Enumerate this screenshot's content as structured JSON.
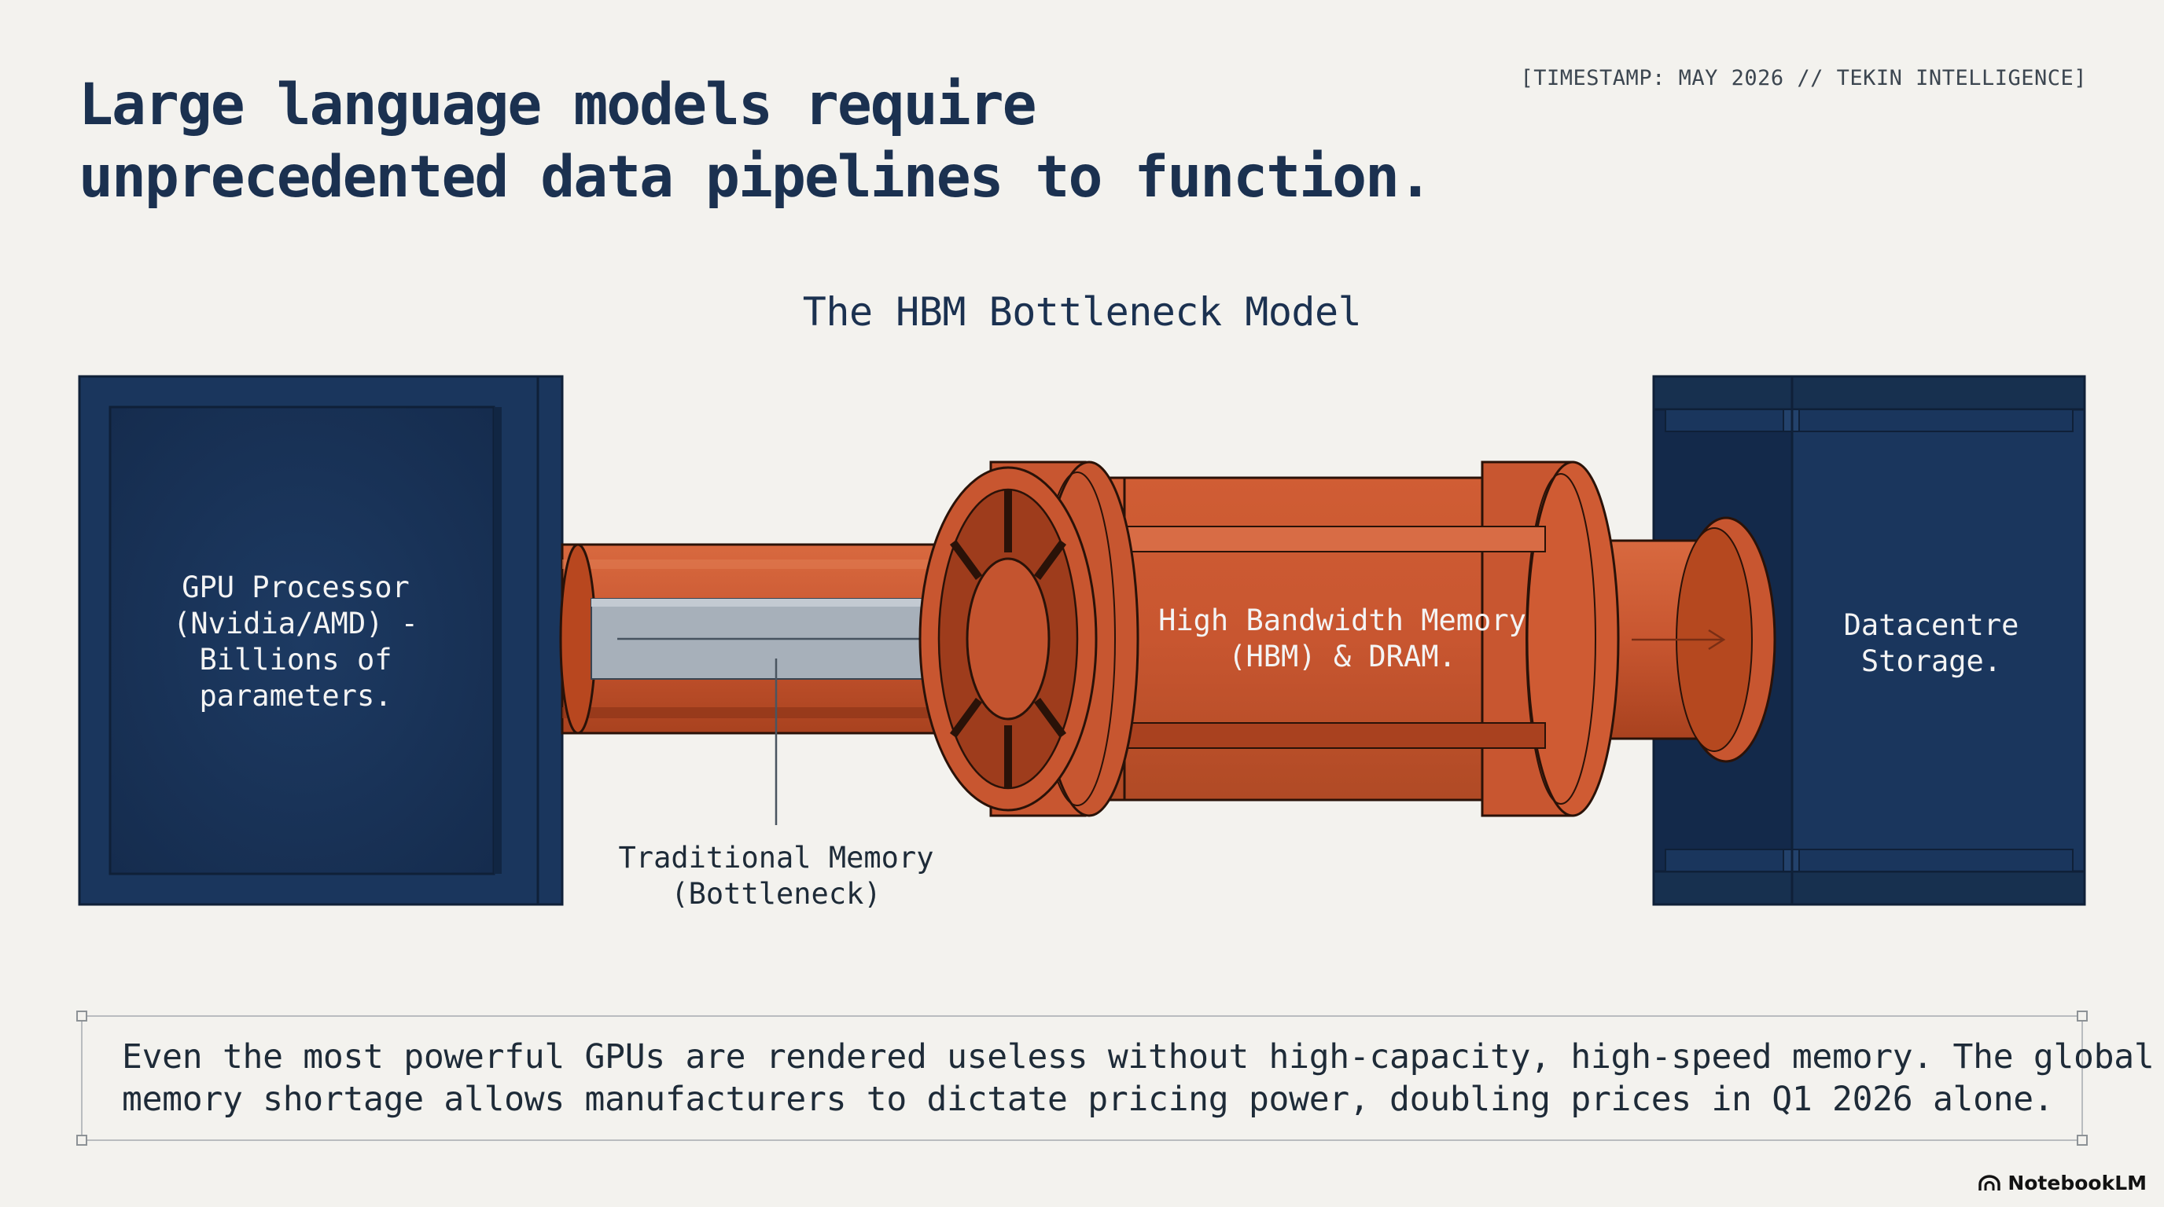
{
  "header": {
    "headline_line1": "Large language models require",
    "headline_line2": "unprecedented data pipelines to function.",
    "timestamp": "[TIMESTAMP: MAY 2026 // TEKIN INTELLIGENCE]"
  },
  "diagram": {
    "title": "The HBM Bottleneck Model",
    "gpu": {
      "line1": "GPU Processor",
      "line2": "(Nvidia/AMD) -",
      "line3": "Billions of",
      "line4": "parameters."
    },
    "traditional_memory": {
      "line1": "Traditional Memory",
      "line2": "(Bottleneck)"
    },
    "hbm": {
      "line1": "High Bandwidth Memory",
      "line2": "(HBM) & DRAM."
    },
    "storage": {
      "line1": "Datacentre",
      "line2": "Storage."
    }
  },
  "caption": {
    "line1": "Even the most powerful GPUs are rendered useless without high-capacity, high-speed memory. The global",
    "line2": "memory shortage allows manufacturers to dictate pricing power, doubling prices in Q1 2026 alone."
  },
  "branding": {
    "label": "NotebookLM",
    "icon": "notebooklm-logo-icon"
  },
  "colors": {
    "navy": "#1a365d",
    "navy_dark": "#14284a",
    "orange": "#c85630",
    "orange_dark": "#9c3a1c",
    "orange_light": "#d96a42",
    "steel": "#a7b0ba",
    "background": "#f3f2ee"
  }
}
